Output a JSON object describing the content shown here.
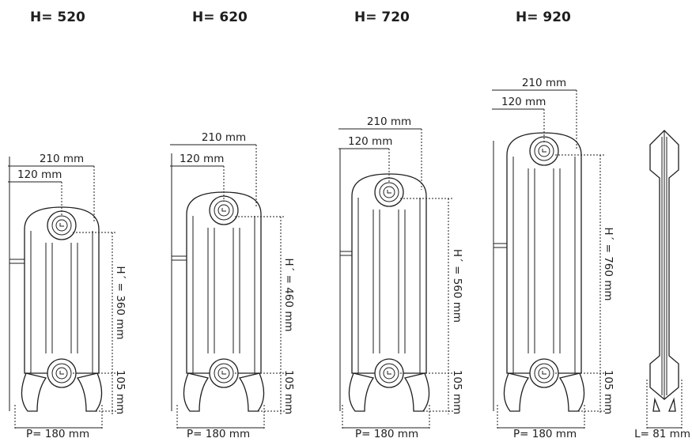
{
  "colors": {
    "ink": "#1e1e1e",
    "background": "#ffffff"
  },
  "models": [
    {
      "title": "H= 520",
      "width_label": "210 mm",
      "inner_label": "120 mm",
      "height_label": "H´ = 360 mm",
      "bottom_label": "105 mm",
      "depth_label": "P= 180 mm"
    },
    {
      "title": "H= 620",
      "width_label": "210 mm",
      "inner_label": "120 mm",
      "height_label": "H´ = 460 mm",
      "bottom_label": "105 mm",
      "depth_label": "P= 180 mm"
    },
    {
      "title": "H= 720",
      "width_label": "210 mm",
      "inner_label": "120 mm",
      "height_label": "H´ = 560 mm",
      "bottom_label": "105 mm",
      "depth_label": "P= 180 mm"
    },
    {
      "title": "H= 920",
      "width_label": "210 mm",
      "inner_label": "120 mm",
      "height_label": "H´ = 760 mm",
      "bottom_label": "105 mm",
      "depth_label": "P= 180 mm"
    }
  ],
  "side_view": {
    "length_label": "L= 81 mm"
  }
}
